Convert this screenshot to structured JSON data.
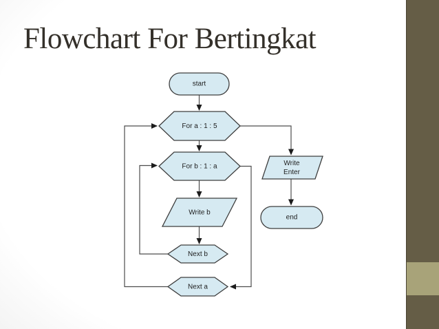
{
  "slide": {
    "title": "Flowchart For Bertingkat"
  },
  "theme": {
    "title_color": "#34302a",
    "sidebar_dark": "#655d46",
    "sidebar_accent": "#a8a379",
    "shape_fill": "#d6eaf2",
    "shape_stroke": "#3d3d3d",
    "connector_color": "#4c4c4c",
    "arrow_color": "#1c1c1c",
    "node_text": "#1d1d1d"
  },
  "flowchart": {
    "nodes": [
      {
        "id": "start",
        "type": "terminator",
        "label": "start"
      },
      {
        "id": "for-a",
        "type": "loop-limit",
        "label": "For a : 1 : 5"
      },
      {
        "id": "for-b",
        "type": "loop-limit",
        "label": "For b : 1 : a"
      },
      {
        "id": "write-b",
        "type": "input-output",
        "label": "Write b"
      },
      {
        "id": "next-b",
        "type": "loop-end",
        "label": "Next b"
      },
      {
        "id": "next-a",
        "type": "loop-end",
        "label": "Next a"
      },
      {
        "id": "write-enter",
        "type": "input-output",
        "label": "Write Enter",
        "lines": [
          "Write",
          "Enter"
        ]
      },
      {
        "id": "end",
        "type": "terminator",
        "label": "end"
      }
    ],
    "edges": [
      {
        "from": "start",
        "to": "for-b",
        "kind": "flow"
      },
      {
        "from": "for-a",
        "to": "for-b",
        "kind": "flow"
      },
      {
        "from": "for-b",
        "to": "write-b",
        "kind": "flow"
      },
      {
        "from": "write-b",
        "to": "next-b",
        "kind": "flow"
      },
      {
        "from": "next-b",
        "to": "for-b",
        "kind": "loop-back"
      },
      {
        "from": "next-a",
        "to": "for-a",
        "kind": "loop-back"
      },
      {
        "from": "for-b",
        "to": "next-a",
        "kind": "loop-exit"
      },
      {
        "from": "for-a",
        "to": "write-enter",
        "kind": "loop-exit"
      },
      {
        "from": "write-enter",
        "to": "end",
        "kind": "flow"
      }
    ]
  }
}
